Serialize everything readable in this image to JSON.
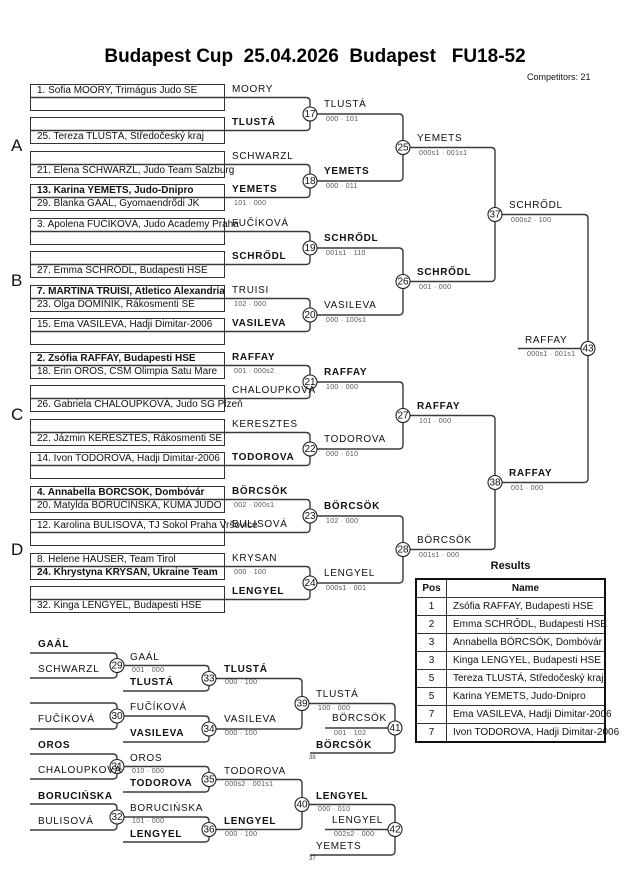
{
  "header": {
    "title": "Budapest Cup  25.04.2026  Budapest   FU18-52",
    "competitors": "Competitors: 21"
  },
  "pools": {
    "a": "A",
    "b": "B",
    "c": "C",
    "d": "D"
  },
  "entries": [
    {
      "row1": "1. Sofia MOORY, Trimágus Judo SE",
      "row2": "",
      "label": "MOORY",
      "score": ""
    },
    {
      "row1": "",
      "row2": "25. Tereza TLUSTÁ, Středočeský kraj",
      "label": "TLUSTÁ",
      "score": ""
    },
    {
      "row1": "",
      "row2": "21. Elena SCHWARZL, Judo Team Salzburg",
      "label": "SCHWARZL",
      "score": ""
    },
    {
      "row1": "13. Karina YEMETS, Judo-Dnipro",
      "row2": "29. Blanka GAÁL, Gyomaendrődi JK",
      "label": "YEMETS",
      "score": "101 · 000"
    },
    {
      "row1": "3. Apolena FUČÍKOVÁ, Judo Academy Praha",
      "row2": "",
      "label": "FUČÍKOVÁ",
      "score": ""
    },
    {
      "row1": "",
      "row2": "27. Emma SCHRŐDL, Budapesti HSE",
      "label": "SCHRŐDL",
      "score": ""
    },
    {
      "row1": "7. MARTINA TRUISI, Atletico Alexandria",
      "row2": "23. Olga DOMINIK, Rákosmenti SE",
      "label": "TRUISI",
      "score": "102 · 000"
    },
    {
      "row1": "15. Ema VASILEVA, Hadji Dimitar-2006",
      "row2": "",
      "label": "VASILEVA",
      "score": ""
    },
    {
      "row1": "2. Zsófia RAFFAY, Budapesti HSE",
      "row2": "18. Erin OROS, CSM Olimpia Satu Mare",
      "label": "RAFFAY",
      "score": "001 · 000s2"
    },
    {
      "row1": "",
      "row2": "26. Gabriela CHALOUPKOVÁ, Judo SG Plzeň",
      "label": "CHALOUPKOVÁ",
      "score": ""
    },
    {
      "row1": "",
      "row2": "22. Jázmin KERESZTES, Rákosmenti SE",
      "label": "KERESZTES",
      "score": ""
    },
    {
      "row1": "14. Ivon TODOROVA, Hadji Dimitar-2006",
      "row2": "",
      "label": "TODOROVA",
      "score": ""
    },
    {
      "row1": "4. Annabella BÖRCSÖK, Dombóvár",
      "row2": "20. Matylda BORUCIŃSKA, KUMA JUDO",
      "label": "BÖRCSÖK",
      "score": "002 · 000s1"
    },
    {
      "row1": "12. Karolina BULISOVÁ, TJ Sokol Praha Vršovice",
      "row2": "",
      "label": "BULISOVÁ",
      "score": ""
    },
    {
      "row1": "8. Helene HAUSER, Team Tirol",
      "row2": "24. Khrystyna KRYSAN, Ukraine Team",
      "label": "KRYSAN",
      "score": "000 · 100"
    },
    {
      "row1": "",
      "row2": "32. Kinga LENGYEL, Budapesti HSE",
      "label": "LENGYEL",
      "score": ""
    }
  ],
  "matches": {
    "m17": {
      "no": "17",
      "winner": "TLUSTÁ",
      "score": "000 · 101"
    },
    "m18": {
      "no": "18",
      "winner": "YEMETS",
      "score": "000 · 011"
    },
    "m19": {
      "no": "19",
      "winner": "SCHRŐDL",
      "score": "001s1 · 110"
    },
    "m20": {
      "no": "20",
      "winner": "VASILEVA",
      "score": "000 · 100s1"
    },
    "m21": {
      "no": "21",
      "winner": "RAFFAY",
      "score": "100 · 000"
    },
    "m22": {
      "no": "22",
      "winner": "TODOROVA",
      "score": "000 · 010"
    },
    "m23": {
      "no": "23",
      "winner": "BÖRCSÖK",
      "score": "102 · 000"
    },
    "m24": {
      "no": "24",
      "winner": "LENGYEL",
      "score": "000s1 · 001"
    },
    "m25": {
      "no": "25",
      "winner": "YEMETS",
      "score": "000s1 · 001s1"
    },
    "m26": {
      "no": "26",
      "winner": "SCHRŐDL",
      "score": "001 · 000"
    },
    "m27": {
      "no": "27",
      "winner": "RAFFAY",
      "score": "101 · 000"
    },
    "m28": {
      "no": "28",
      "winner": "BÖRCSÖK",
      "score": "001s1 · 000"
    },
    "m37": {
      "no": "37",
      "winner": "SCHRŐDL",
      "score": "000s2 · 100"
    },
    "m38": {
      "no": "38",
      "winner": "RAFFAY",
      "score": "001 · 000"
    },
    "m43": {
      "no": "43",
      "winner": "RAFFAY",
      "score": "000s1 · 001s1"
    },
    "m29": {
      "no": "29",
      "winner": "GAÁL",
      "score": "001 · 000"
    },
    "m30": {
      "no": "30",
      "winner": "FUČÍKOVÁ",
      "score": ""
    },
    "m31": {
      "no": "31",
      "winner": "OROS",
      "score": "010 · 000"
    },
    "m32": {
      "no": "32",
      "winner": "BORUCIŃSKA",
      "score": "101 · 000"
    },
    "m33": {
      "no": "33",
      "winner": "TLUSTÁ",
      "score": "000 · 100"
    },
    "m34": {
      "no": "34",
      "winner": "VASILEVA",
      "score": "000 · 100"
    },
    "m35": {
      "no": "35",
      "winner": "TODOROVA",
      "score": "000s2 · 001s1"
    },
    "m36": {
      "no": "36",
      "winner": "LENGYEL",
      "score": "000 · 100"
    },
    "m39": {
      "no": "39",
      "winner": "TLUSTÁ",
      "score": "100 · 000"
    },
    "m40": {
      "no": "40",
      "winner": "LENGYEL",
      "score": "000 · 010"
    },
    "m41": {
      "no": "41",
      "winner": "BÖRCSÖK",
      "score": "001 · 102"
    },
    "m42": {
      "no": "42",
      "winner": "LENGYEL",
      "score": "002s2 · 000"
    }
  },
  "repechage": {
    "entrants": [
      "GAÁL",
      "SCHWARZL",
      "",
      "FUČÍKOVÁ",
      "OROS",
      "CHALOUPKOVÁ",
      "BORUCIŃSKA",
      "BULISOVÁ"
    ],
    "drop_ins": {
      "m33": "TLUSTÁ",
      "m34": "VASILEVA",
      "m35": "TODOROVA",
      "m36": "LENGYEL"
    },
    "bronze": {
      "m41": {
        "opponent": "BÖRCSÖK",
        "from": "38"
      },
      "m42": {
        "opponent": "YEMETS",
        "from": "37"
      }
    }
  },
  "results": {
    "title": "Results",
    "headers": {
      "pos": "Pos",
      "name": "Name"
    },
    "rows": [
      {
        "pos": "1",
        "name": "Zsófia RAFFAY, Budapesti HSE"
      },
      {
        "pos": "2",
        "name": "Emma SCHRŐDL, Budapesti HSE"
      },
      {
        "pos": "3",
        "name": "Annabella BÖRCSÖK, Dombóvár"
      },
      {
        "pos": "3",
        "name": "Kinga LENGYEL, Budapesti HSE"
      },
      {
        "pos": "5",
        "name": "Tereza TLUSTÁ, Středočeský kraj"
      },
      {
        "pos": "5",
        "name": "Karina YEMETS, Judo-Dnipro"
      },
      {
        "pos": "7",
        "name": "Ema VASILEVA, Hadji Dimitar-2006"
      },
      {
        "pos": "7",
        "name": "Ivon TODOROVA, Hadji Dimitar-2006"
      }
    ]
  }
}
